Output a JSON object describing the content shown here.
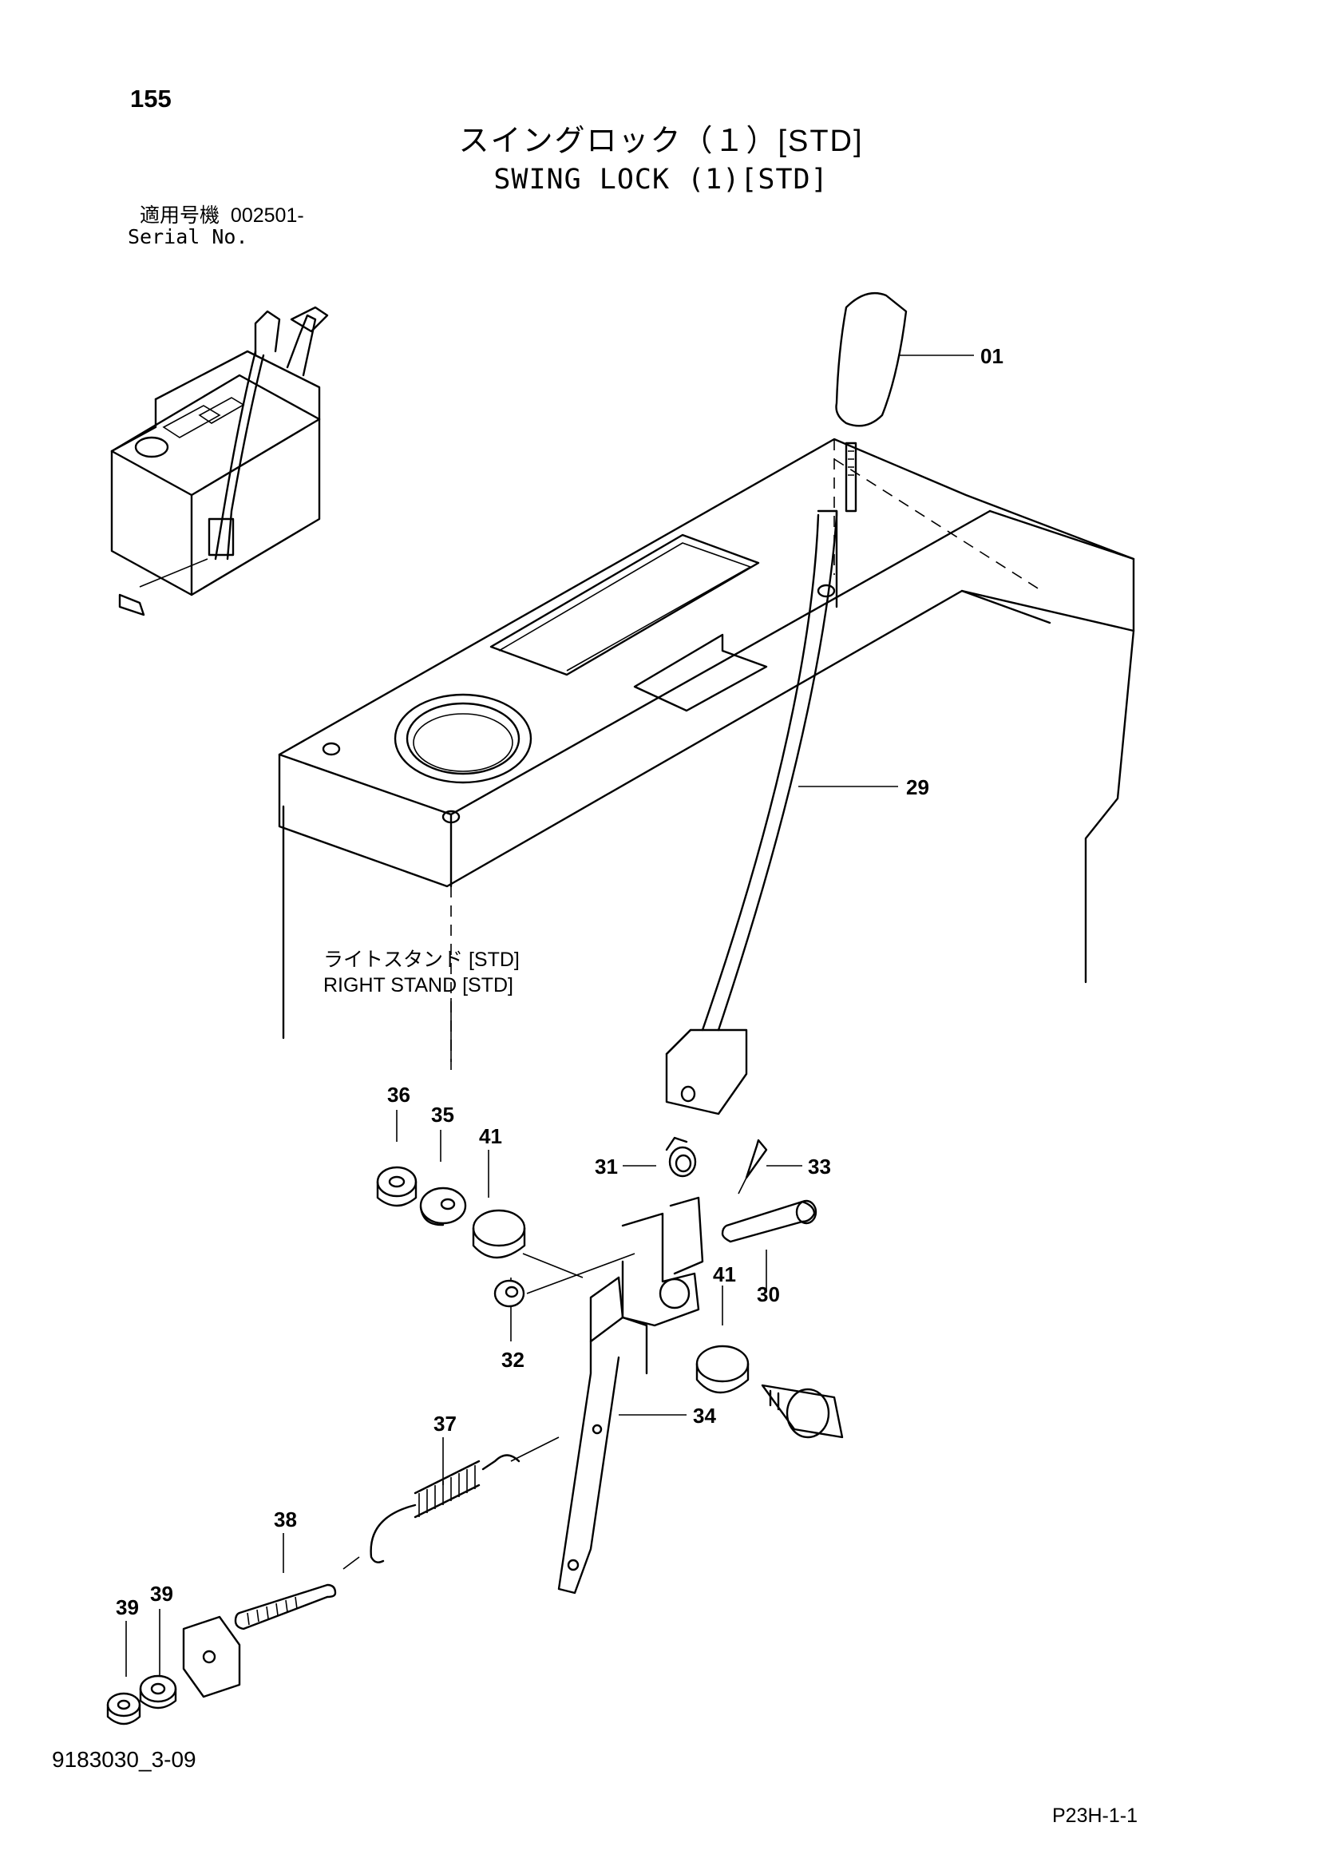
{
  "page_number": "155",
  "title_jp": "スイングロック（１）[STD]",
  "title_en": "SWING LOCK (1)[STD]",
  "serial_label_jp": "適用号機",
  "serial_value": "002501-",
  "serial_label_en": "Serial No.",
  "stand_label_jp": "ライトスタンド [STD]",
  "stand_label_en": "RIGHT STAND [STD]",
  "drawing_id": "9183030_3-09",
  "page_code": "P23H-1-1",
  "callouts": {
    "c01": "01",
    "c29": "29",
    "c36": "36",
    "c35": "35",
    "c41a": "41",
    "c31": "31",
    "c33": "33",
    "c30": "30",
    "c41b": "41",
    "c32": "32",
    "c34": "34",
    "c37": "37",
    "c38": "38",
    "c39a": "39",
    "c39b": "39"
  }
}
